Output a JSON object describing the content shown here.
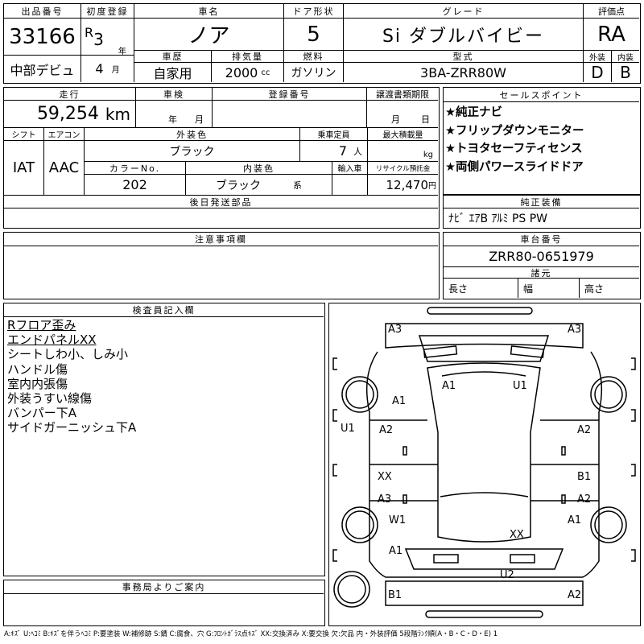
{
  "header": {
    "lot_label": "出品番号",
    "lot_no": "33166",
    "first_reg_label": "初度登録",
    "era": "R",
    "year": "3",
    "year_unit": "年",
    "month": "4",
    "month_unit": "月",
    "name_label": "車名",
    "name": "ノア",
    "doors_label": "ドア形状",
    "doors": "5",
    "grade_label": "グレード",
    "grade": "Si ダブルバイビー",
    "score_label": "評価点",
    "score": "RA",
    "region": "中部デビュ",
    "history_label": "車歴",
    "history": "自家用",
    "displacement_label": "排気量",
    "displacement": "2000",
    "displacement_unit": "cc",
    "fuel_label": "燃料",
    "fuel": "ガソリン",
    "model_label": "型式",
    "model": "3BA-ZRR80W",
    "exterior_label": "外装",
    "exterior_grade": "D",
    "interior_label": "内装",
    "interior_grade": "B"
  },
  "details": {
    "mileage_label": "走行",
    "mileage": "59,254",
    "mileage_unit": "km",
    "inspection_label": "車検",
    "insp_year_unit": "年",
    "insp_month_unit": "月",
    "plate_label": "登録番号",
    "transfer_label": "譲渡書類期限",
    "transfer_month_unit": "月",
    "transfer_day_unit": "日",
    "shift_label": "シフト",
    "shift": "IAT",
    "ac_label": "エアコン",
    "ac": "AAC",
    "ext_color_label": "外装色",
    "ext_color": "ブラック",
    "capacity_label": "乗車定員",
    "capacity": "7",
    "capacity_unit": "人",
    "max_load_label": "最大積載量",
    "max_load_unit": "kg",
    "color_no_label": "カラーNo.",
    "color_no": "202",
    "int_color_label": "内装色",
    "int_color": "ブラック",
    "int_color_unit": "系",
    "import_label": "輸入車",
    "recycle_label": "リサイクル預託金",
    "recycle": "12,470",
    "recycle_unit": "円",
    "later_parts_label": "後日発送部品"
  },
  "sales_points": {
    "label": "セールスポイント",
    "items": [
      "★純正ナビ",
      "★フリップダウンモニター",
      "★トヨタセーフティセンス",
      "★両側パワースライドドア"
    ]
  },
  "equipment": {
    "label": "純正装備",
    "value": "ﾅﾋﾞ ｴｱB ｱﾙﾐ PS PW"
  },
  "notes": {
    "label": "注意事項欄"
  },
  "chassis": {
    "label": "車台番号",
    "number": "ZRR80-0651979",
    "specs_label": "諸元",
    "length_label": "長さ",
    "width_label": "幅",
    "height_label": "高さ"
  },
  "inspector": {
    "label": "検査員記入欄",
    "lines": [
      "Rフロア歪み",
      "エンドパネルXX",
      "シートしわ小、しみ小",
      "ハンドル傷",
      "室内内張傷",
      "外装うすい線傷",
      "バンパー下A",
      "サイドガーニッシュ下A"
    ]
  },
  "office": {
    "label": "事務局よりご案内"
  },
  "diagram": {
    "marks": [
      "A3",
      "A3",
      "A1",
      "U1",
      "A1",
      "U1",
      "A2",
      "A2",
      "XX",
      "B1",
      "A3",
      "A2",
      "W1",
      "A1",
      "XX",
      "A1",
      "U2",
      "B1",
      "A2"
    ]
  },
  "legend": "A:ｷｽﾞ U:ﾍｺﾐ B:ｷｽﾞを伴うﾍｺﾐ P:要塗装 W:補修跡 S:錆 C:腐食、穴 G:ﾌﾛﾝﾄｶﾞﾗｽ点ｷｽﾞ XX:交換済み X:要交換 欠:欠品 内・外装評価 5段階ﾗﾝｸ順(A・B・C・D・E) 1"
}
